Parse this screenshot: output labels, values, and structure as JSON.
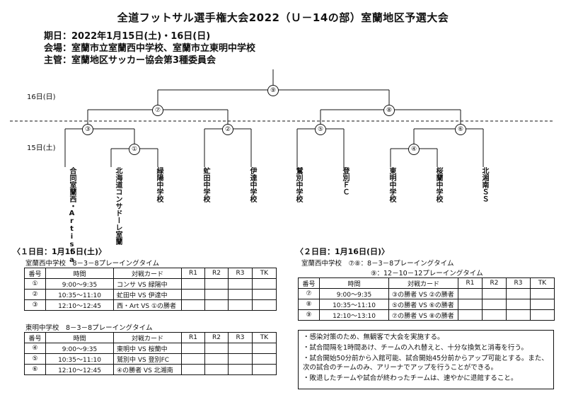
{
  "header": {
    "title": "全道フットサル選手権大会2022（Ｕ－14の部）室蘭地区予選大会",
    "date": "期日：2022年1月15日(土)・16日(日)",
    "venue": "会場：室蘭市立室蘭西中学校、室蘭市立東明中学校",
    "organizer": "主管：室蘭地区サッカー協会第3種委員会"
  },
  "bracket": {
    "day2_label": "16日(日)",
    "day1_label": "15日(土)",
    "nodes": {
      "n1": "①",
      "n2": "②",
      "n3": "③",
      "n4": "④",
      "n5": "⑤",
      "n6": "⑥",
      "n7": "⑦",
      "n8": "⑧",
      "n9": "⑨"
    },
    "teams": {
      "t1_a": "合同",
      "t1_b": "室蘭西・Artista",
      "t2_a": "北海道",
      "t2_b": "コンサドーレ室蘭",
      "t3": "緑陽中学校",
      "t4": "虻田中学校",
      "t5": "伊達中学校",
      "t6": "鷲別中学校",
      "t7": "登別ＦＣ",
      "t8": "東明中学校",
      "t9": "桜蘭中学校",
      "t10": "北湘南ＳＳ"
    }
  },
  "day1": {
    "title": "〈１日目：1月15日(土)〉",
    "columns": [
      "番号",
      "時間",
      "対戦カード",
      "R1",
      "R2",
      "R3",
      "TK"
    ],
    "venue_a": {
      "label": "室蘭西中学校　8－3－8プレーイングタイム",
      "rows": [
        {
          "no": "①",
          "time": "9:00～9:35",
          "card": "コンサ VS 緑陽中"
        },
        {
          "no": "②",
          "time": "10:35～11:10",
          "card": "虻田中 VS 伊達中"
        },
        {
          "no": "③",
          "time": "12:10～12:45",
          "card": "西・Art VS ①の勝者"
        }
      ]
    },
    "venue_b": {
      "label": "東明中学校　8－3－8プレーイングタイム",
      "rows": [
        {
          "no": "④",
          "time": "9:00～9:35",
          "card": "東明中 VS 桜蘭中"
        },
        {
          "no": "⑤",
          "time": "10:35～11:10",
          "card": "鷲別中 VS 登別FC"
        },
        {
          "no": "⑥",
          "time": "12:10～12:45",
          "card": "④の勝者 VS 北湘南"
        }
      ]
    }
  },
  "day2": {
    "title": "〈２日目：1月16日(日)〉",
    "venue_label": "室蘭西中学校　⑦⑧：8－3－8プレーイングタイム",
    "final_label": "⑨：12－10－12プレーイングタイム",
    "columns": [
      "番号",
      "時間",
      "対戦カード",
      "R1",
      "R2",
      "R3",
      "TK"
    ],
    "rows": [
      {
        "no": "⑦",
        "time": "9:00～9:35",
        "card": "③の勝者 VS ②の勝者"
      },
      {
        "no": "⑧",
        "time": "10:35～11:10",
        "card": "⑤の勝者 VS ⑥の勝者"
      },
      {
        "no": "⑨",
        "time": "12:10～13:10",
        "card": "⑦の勝者 VS ⑧の勝者"
      }
    ]
  },
  "notes": [
    "・感染対策のため、無観客で大会を実施する。",
    "・試合間隔を1時間あけ、チームの入れ替えと、十分な換気と消毒を行う。",
    "・試合開始50分前から入館可能、試合開始45分前からアップ可能とする。また、次の試合のチームのみ、アリーナでアップを行うことができる。",
    "・敗退したチームや試合が終わったチームは、速やかに退館すること。"
  ]
}
